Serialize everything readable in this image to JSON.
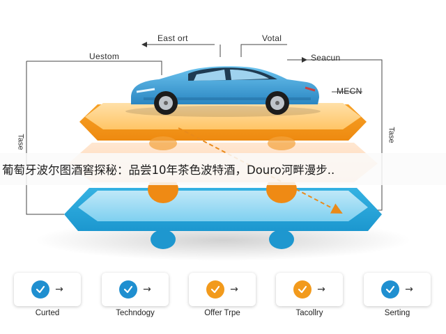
{
  "diagram": {
    "callouts": {
      "top_center_left": "East ort",
      "top_center_right": "Votal",
      "upper_left": "Uestom",
      "upper_right": "Seacun",
      "right_middle": "MECN"
    },
    "side_labels": {
      "left": "Tase",
      "right": "Tase"
    },
    "colors": {
      "orange_platform": "#f59a1c",
      "blue_platform": "#2aa8dc",
      "car_body": "#3a9fd6",
      "check_blue": "#1f8fd0",
      "check_orange": "#f29a1c"
    }
  },
  "banner": {
    "text": "葡萄牙波尔图酒窖探秘：品尝10年茶色波特酒，Douro河畔漫步.."
  },
  "steps": [
    {
      "label": "Curted",
      "icon": "check-icon",
      "color": "#1f8fd0"
    },
    {
      "label": "Techndogy",
      "icon": "check-icon",
      "color": "#1f8fd0"
    },
    {
      "label": "Offer Trpe",
      "icon": "check-icon",
      "color": "#f29a1c"
    },
    {
      "label": "Tacollry",
      "icon": "check-icon",
      "color": "#f29a1c"
    },
    {
      "label": "Serting",
      "icon": "check-icon",
      "color": "#1f8fd0"
    }
  ]
}
